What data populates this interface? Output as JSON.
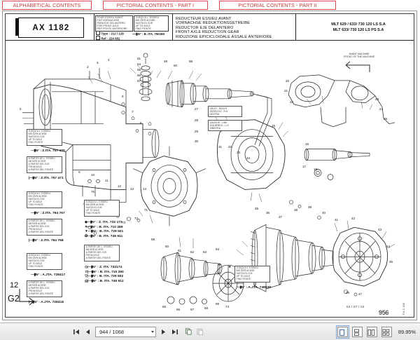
{
  "tabs": [
    {
      "label": "ALPHABETICAL CONTENTS"
    },
    {
      "label": "PICTORIAL CONTENTS - PART I"
    },
    {
      "label": "PICTORIAL CONTENTS - PART II"
    }
  ],
  "header": {
    "plate_code": "AX 1182",
    "applic_box": {
      "lines": [
        "POUR ESSIEU AVANT",
        "FUR VORNACHSE",
        "PARA EJE DELANTERO",
        "FOR FRONT AXLE",
        "PER PONTE ANTERIORE"
      ],
      "type_label": "Type : 212 / 128",
      "ref_label": "Ref : 224 081"
    },
    "serial_box": {
      "lines": [
        "JUSQU'A L' ESSIEU",
        "BIS DER ACHSE",
        "HASTA EL EJE",
        "UP TO AXLE",
        "FINO PONTE"
      ],
      "ref": "N° : B. ITA. 750180"
    },
    "titles": [
      "REDUCTEUR ESSIEU AVANT",
      "VORNACHSE REDUKTIONSGETREIBE",
      "REDUCTOR EJE DELANTERO",
      "FRONT AXLE REDUCTION GEAR",
      "RIDUZIONE EPICICLOIDALE ASSALE ANTERIORE"
    ],
    "models": [
      "MLT 629 / 633/ 730 120 LS S.A",
      "MLT 633/ 730 120 LS PS S.A"
    ]
  },
  "drawing": {
    "front_of_machine": {
      "line1": "AVANT MACHINE",
      "line2": "FRONT OF THE MACHINE"
    },
    "direction_notes": [
      {
        "lines": [
          "DROIT - RECHT",
          "DERECHO - R.H",
          "DESTRA"
        ]
      },
      {
        "lines": [
          "GAUCHE - LINK",
          "IZQUIERDO - L.H",
          "SINISTRA"
        ]
      }
    ],
    "up_to_axle_lines": [
      "JUSQU'A L' ESSIEU",
      "BIS DER ACHSE",
      "HASTA EL EJE",
      "UP TO AXLE",
      "FINO PONTE"
    ],
    "from_axle_lines": [
      "A PARTIR DE L' ESSIEU",
      "AB DER ACHSE",
      "A PARTIR DEL EJE",
      "FROM AXLE",
      "A PARTIR DEL PONTE"
    ],
    "notes": [
      {
        "id": "n1",
        "variant": "up_to",
        "ref": "N° : Z.ITA. 757 470"
      },
      {
        "id": "n2",
        "variant": "from",
        "ref": "N° : Z.ITA. 757 471"
      },
      {
        "id": "n3",
        "variant": "up_to",
        "ref": "N° : Z.ITA. 764 767"
      },
      {
        "id": "n4",
        "variant": "from",
        "ref": "N° : Z.ITA. 764 768"
      },
      {
        "id": "n5",
        "variant": "up_to",
        "ref": "N° : A.JTA. 728417"
      },
      {
        "id": "n6",
        "variant": "from",
        "ref": "N° : A.JTA. 728418"
      },
      {
        "id": "n7",
        "variant": "up_to",
        "ref": "N° : A.JTA. 748635"
      }
    ],
    "multi_ref_up_to": [
      "N° : Z. ITA. 732 173",
      "N° : B. ITA. 710 289",
      "N° : B. ITA. 729 501",
      "N° : B. ITA. 749 911"
    ],
    "multi_ref_from": [
      "N° : Z. ITA. 732174",
      "N° : B. ITA. 710 290",
      "N° : B. ITA. 729 502",
      "N° : B. ITA. 749 912"
    ],
    "page_marker": {
      "number": "12",
      "code": "G2"
    },
    "date_stamp": "04 / 07 / 02",
    "drawing_number": "956",
    "side_code": "P.A.S. 846",
    "callouts": [
      "1",
      "2",
      "3",
      "4",
      "5",
      "6",
      "7",
      "8",
      "9",
      "10",
      "11",
      "12",
      "13",
      "14",
      "15",
      "16",
      "17",
      "18",
      "19",
      "20",
      "21",
      "22",
      "23",
      "24",
      "25",
      "26",
      "27",
      "28",
      "29",
      "30",
      "31",
      "32",
      "33",
      "34",
      "35",
      "36",
      "37",
      "38",
      "39",
      "40",
      "41",
      "42",
      "43",
      "44",
      "45",
      "46",
      "47",
      "48",
      "49",
      "50",
      "51",
      "52",
      "53",
      "54",
      "55",
      "56",
      "57",
      "58",
      "59",
      "60",
      "61",
      "62",
      "63",
      "64",
      "65",
      "66",
      "67",
      "68",
      "69",
      "70",
      "71",
      "72",
      "73",
      "74",
      "75"
    ]
  },
  "toolbar": {
    "first_page_icon": "first-page-icon",
    "prev_page_icon": "previous-page-icon",
    "next_page_icon": "next-page-icon",
    "last_page_icon": "last-page-icon",
    "page_value": "944 / 1068",
    "copy_icon": "copy-icon",
    "paste_icon": "paste-icon",
    "view_single_page": "single-page-view-icon",
    "view_continuous": "continuous-view-icon",
    "view_two_up": "two-up-view-icon",
    "view_two_up_continuous": "two-up-continuous-view-icon",
    "zoom_level": "89.95%"
  }
}
